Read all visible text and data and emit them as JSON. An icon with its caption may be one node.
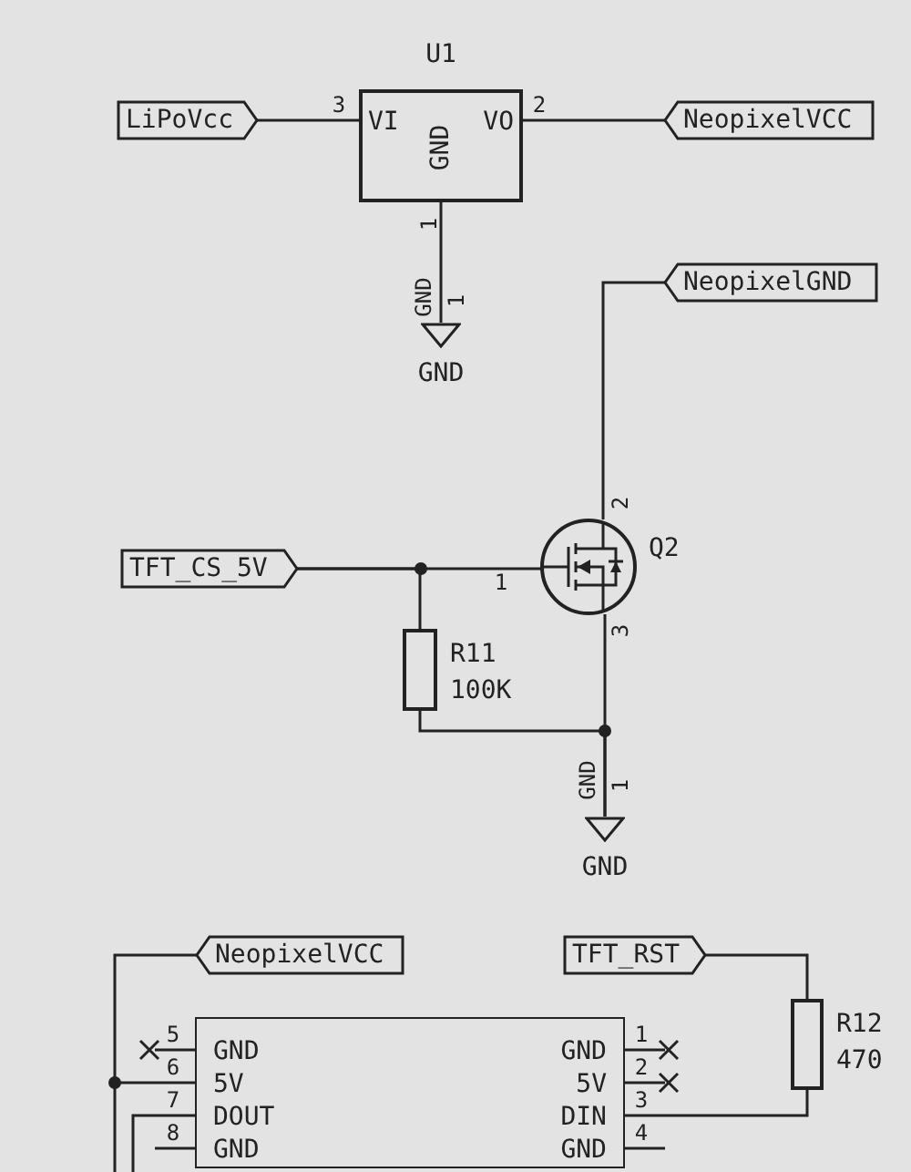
{
  "diagram": {
    "nodes": [
      {
        "text": [
          "U1",
          "VI",
          "VO",
          "GND"
        ]
      },
      {
        "text": [
          "LiPoVcc"
        ]
      },
      {
        "text": [
          "NeopixelVCC"
        ]
      },
      {
        "text": [
          "GND"
        ]
      },
      {
        "text": [
          "NeopixelGND"
        ]
      },
      {
        "text": [
          "Q2"
        ]
      },
      {
        "text": [
          "TFT_CS_5V"
        ]
      },
      {
        "text": [
          "R11",
          "100K"
        ]
      },
      {
        "text": [
          "GND"
        ]
      },
      {
        "text": [
          "NeopixelVCC"
        ]
      },
      {
        "text": [
          "TFT_RST"
        ]
      },
      {
        "text": [
          "GND",
          "5V",
          "DOUT",
          "GND",
          "GND",
          "5V",
          "DIN",
          "GND"
        ]
      },
      {
        "text": [
          "R12",
          "470"
        ]
      }
    ],
    "edges": [
      {
        "from": 1,
        "to": 0,
        "arrow": "none"
      },
      {
        "from": 0,
        "to": 2,
        "arrow": "none"
      },
      {
        "from": 0,
        "to": 3,
        "arrow": "none"
      },
      {
        "from": 4,
        "to": 5,
        "arrow": "none"
      },
      {
        "from": 6,
        "to": 5,
        "arrow": "none"
      },
      {
        "from": 6,
        "to": 7,
        "arrow": "none"
      },
      {
        "from": 7,
        "to": 8,
        "arrow": "none"
      },
      {
        "from": 5,
        "to": 8,
        "arrow": "none"
      },
      {
        "from": 9,
        "to": 11,
        "arrow": "none"
      },
      {
        "from": 10,
        "to": 12,
        "arrow": "none"
      },
      {
        "from": 12,
        "to": 11,
        "arrow": "none"
      }
    ],
    "labels": [
      "3",
      "2",
      "1",
      "GND",
      "1",
      "2",
      "1",
      "3",
      "GND",
      "1",
      "5",
      "1",
      "6",
      "2",
      "7",
      "3",
      "8",
      "4"
    ]
  }
}
